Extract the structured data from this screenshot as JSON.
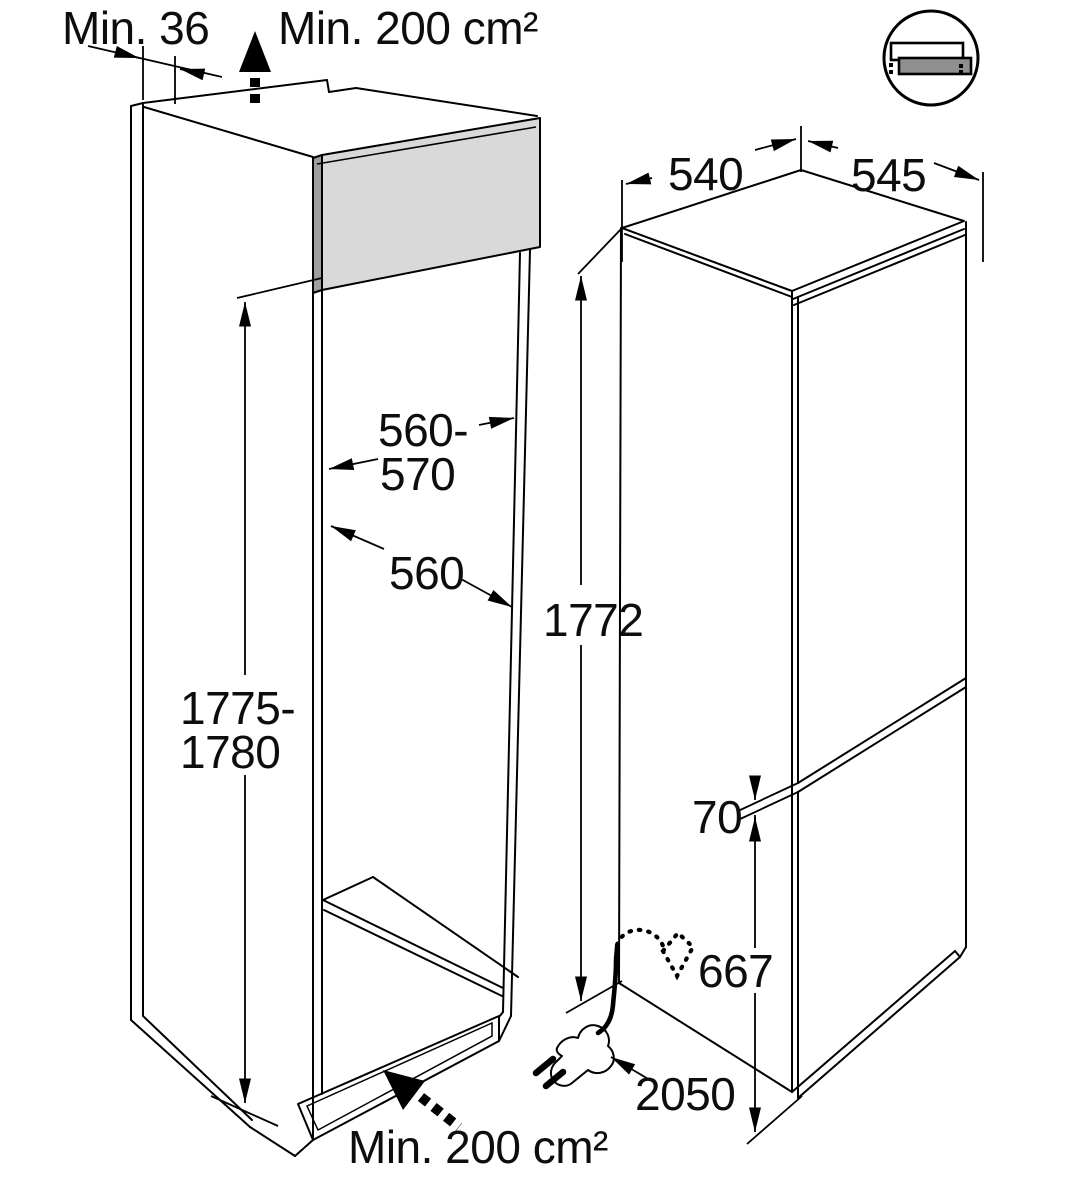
{
  "figure": {
    "title_semantic": "built-in fridge-freezer niche installation drawing",
    "labels": {
      "top_clearance": "Min. 36",
      "top_vent_area": "Min. 200 cm²",
      "appliance_width": "540",
      "appliance_depth": "545",
      "niche_width_line1": "560-",
      "niche_width_line2": "570",
      "niche_depth": "560",
      "appliance_height": "1772",
      "niche_height_line1": "1775-",
      "niche_height_line2": "1780",
      "door_gap": "70",
      "lower_door_height": "667",
      "power_cord_length": "2050",
      "bottom_vent_area": "Min. 200 cm²"
    },
    "icons": {
      "badge": "door-on-door-installation-icon",
      "airflow_top": "bold-up-arrow-dashed-tail",
      "airflow_bottom": "bold-diagonal-arrow-dashed-tail",
      "power": "euro-plug-with-cord",
      "outlet_position": "dashed-outlet-marker"
    },
    "colors": {
      "line": "#000000",
      "vent_panel_front": "#d9d9d9",
      "vent_panel_edge": "#9e9e9e",
      "icon_door_gray": "#8f8f8f",
      "background": "#ffffff"
    }
  }
}
